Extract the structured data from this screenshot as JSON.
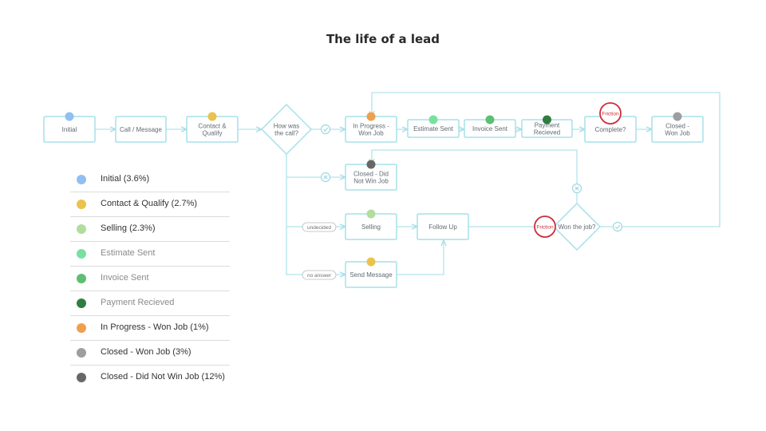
{
  "title": "The life of a lead",
  "nodes": {
    "initial": "Initial",
    "call_message": "Call / Message",
    "contact_qualify": [
      "Contact &",
      "Qualify"
    ],
    "how_was_call": [
      "How was",
      "the call?"
    ],
    "in_progress": [
      "In Progress -",
      "Won Job"
    ],
    "estimate_sent": "Estimate Sent",
    "invoice_sent": "Invoice Sent",
    "payment_received": [
      "Payment",
      "Recieved"
    ],
    "complete": "Complete?",
    "closed_won": [
      "Closed -",
      "Won Job"
    ],
    "closed_not_won": [
      "Closed - Did",
      "Not Win Job"
    ],
    "selling": "Selling",
    "follow_up": "Follow Up",
    "won_the_job": "Won the job?",
    "send_message": "Send Message"
  },
  "branch_labels": {
    "undecided": "undecided",
    "no_answer": "no answer"
  },
  "friction_label": "Friction",
  "legend": [
    {
      "label": "Initial (3.6%)",
      "color": "#90c0f2",
      "muted": false
    },
    {
      "label": "Contact & Qualify (2.7%)",
      "color": "#e9c34b",
      "muted": false
    },
    {
      "label": "Selling (2.3%)",
      "color": "#b1dd9d",
      "muted": false
    },
    {
      "label": "Estimate Sent",
      "color": "#79e0a0",
      "muted": true
    },
    {
      "label": "Invoice Sent",
      "color": "#5cbf74",
      "muted": true
    },
    {
      "label": "Payment Recieved",
      "color": "#2f7d40",
      "muted": true
    },
    {
      "label": "In Progress - Won Job (1%)",
      "color": "#f0a04d",
      "muted": false
    },
    {
      "label": "Closed - Won Job (3%)",
      "color": "#9c9ea1",
      "muted": false
    },
    {
      "label": "Closed - Did Not Win Job (12%)",
      "color": "#676767",
      "muted": false
    }
  ],
  "colors": {
    "box_stroke": "#a6e0ea",
    "line": "#b2e3ec",
    "check": "#9fd8e2",
    "friction": "#cc2e3b",
    "text": "#5f6b72"
  }
}
